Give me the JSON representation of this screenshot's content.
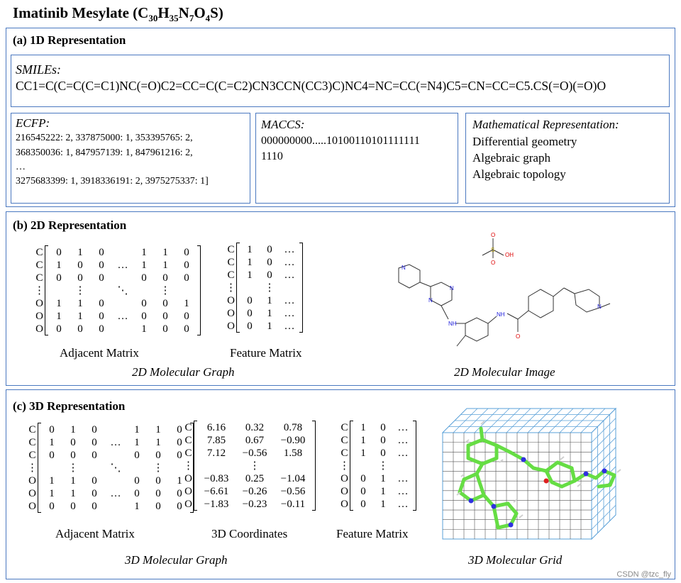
{
  "title": {
    "main": "Imatinib Mesylate (C",
    "s1": "30",
    "h": "H",
    "s2": "35",
    "n": "N",
    "s3": "7",
    "o": "O",
    "s4": "4",
    "end": "S)"
  },
  "sec_a": {
    "header": "(a) 1D Representation",
    "smiles_label": "SMILEs:",
    "smiles_value": "CC1=C(C=C(C=C1)NC(=O)C2=CC=C(C=C2)CN3CCN(CC3)C)NC4=NC=CC(=N4)C5=CN=CC=C5.CS(=O)(=O)O",
    "ecfp_label": "ECFP:",
    "ecfp_lines": [
      "216545222: 2, 337875000: 1, 353395765: 2,",
      "368350036: 1, 847957139: 1, 847961216: 2,",
      "…",
      "3275683399: 1, 3918336191: 2, 3975275337: 1]"
    ],
    "maccs_label": "MACCS:",
    "maccs_lines": [
      "000000000.....10100110101111111",
      "1110"
    ],
    "math_label": "Mathematical Representation:",
    "math_lines": [
      "Differential geometry",
      "Algebraic graph",
      "Algebraic topology"
    ]
  },
  "sec_b": {
    "header": "(b) 2D Representation",
    "adj_label": "Adjacent Matrix",
    "feat_label": "Feature Matrix",
    "graph_caption": "2D Molecular Graph",
    "image_caption": "2D Molecular Image",
    "atom_labels": {
      "nh_left": "NH",
      "nh_right": "NH",
      "n_left": "N",
      "n_mid": "N",
      "n_pyr": "N",
      "n_pip": "N",
      "o_carb": "O",
      "s": "S",
      "oh": "OH",
      "o_top": "O",
      "o_bot": "O"
    }
  },
  "sec_c": {
    "header": "(c) 3D Representation",
    "adj_label": "Adjacent Matrix",
    "coord_label": "3D Coordinates",
    "feat_label": "Feature Matrix",
    "graph_caption": "3D Molecular Graph",
    "grid_caption": "3D Molecular Grid"
  },
  "matrices": {
    "rows": [
      "C",
      "C",
      "C",
      "⋮",
      "O",
      "O",
      "O"
    ],
    "adjacent": [
      [
        "0",
        "1",
        "0",
        "",
        "1",
        "1",
        "0"
      ],
      [
        "1",
        "0",
        "0",
        "…",
        "1",
        "1",
        "0"
      ],
      [
        "0",
        "0",
        "0",
        "",
        "0",
        "0",
        "0"
      ],
      [
        "",
        "⋮",
        "",
        "⋱",
        "",
        "⋮",
        ""
      ],
      [
        "1",
        "1",
        "0",
        "",
        "0",
        "0",
        "1"
      ],
      [
        "1",
        "1",
        "0",
        "…",
        "0",
        "0",
        "0"
      ],
      [
        "0",
        "0",
        "0",
        "",
        "1",
        "0",
        "0"
      ]
    ],
    "feature": [
      [
        "1",
        "0",
        "…"
      ],
      [
        "1",
        "0",
        "…"
      ],
      [
        "1",
        "0",
        "…"
      ],
      [
        "",
        "⋮",
        ""
      ],
      [
        "0",
        "1",
        "…"
      ],
      [
        "0",
        "1",
        "…"
      ],
      [
        "0",
        "1",
        "…"
      ]
    ],
    "coords": [
      [
        "6.16",
        "0.32",
        "0.78"
      ],
      [
        "7.85",
        "0.67",
        "−0.90"
      ],
      [
        "7.12",
        "−0.56",
        "1.58"
      ],
      [
        "",
        "⋮",
        ""
      ],
      [
        "−0.83",
        "0.25",
        "−1.04"
      ],
      [
        "−6.61",
        "−0.26",
        "−0.56"
      ],
      [
        "−1.83",
        "−0.23",
        "−0.11"
      ]
    ]
  },
  "colors": {
    "border": "#4a78c0",
    "grid": "#5aa0d8",
    "carbon": "#66dd44",
    "nitrogen": "#3030e0",
    "oxygen": "#dd2020",
    "hydrogen": "#cfcfcf"
  },
  "watermark": "CSDN @tzc_fly"
}
